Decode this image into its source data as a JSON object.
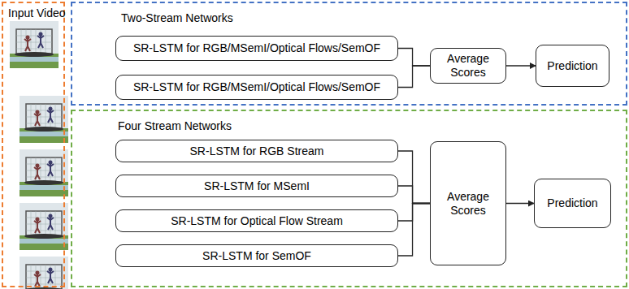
{
  "diagram": {
    "nodes": [
      {
        "text": [
          "Input Video"
        ]
      },
      {
        "text": [
          "Two-Stream Networks"
        ]
      },
      {
        "text": [
          "SR-LSTM for RGB/MSemI/Optical Flows/SemOF"
        ],
        "in": 1
      },
      {
        "text": [
          "SR-LSTM for RGB/MSemI/Optical Flows/SemOF"
        ],
        "in": 1
      },
      {
        "text": [
          "Average Scores"
        ],
        "in": 1
      },
      {
        "text": [
          "Prediction"
        ],
        "in": 1
      },
      {
        "text": [
          "Four Stream Networks"
        ]
      },
      {
        "text": [
          "SR-LSTM for RGB Stream"
        ],
        "in": 6
      },
      {
        "text": [
          "SR-LSTM for MSemI"
        ],
        "in": 6
      },
      {
        "text": [
          "SR-LSTM for Optical Flow Stream"
        ],
        "in": 6
      },
      {
        "text": [
          "SR-LSTM for SemOF"
        ],
        "in": 6
      },
      {
        "text": [
          "Average Scores"
        ],
        "in": 6
      },
      {
        "text": [
          "Prediction"
        ],
        "in": 6
      }
    ],
    "edges": [
      {
        "from": 2,
        "to": 4,
        "arrow": "none"
      },
      {
        "from": 3,
        "to": 4,
        "arrow": "none"
      },
      {
        "from": 4,
        "to": 5,
        "arrow": "to"
      },
      {
        "from": 7,
        "to": 11,
        "arrow": "none"
      },
      {
        "from": 8,
        "to": 11,
        "arrow": "none"
      },
      {
        "from": 9,
        "to": 11,
        "arrow": "none"
      },
      {
        "from": 10,
        "to": 11,
        "arrow": "none"
      },
      {
        "from": 11,
        "to": 12,
        "arrow": "to"
      }
    ]
  }
}
